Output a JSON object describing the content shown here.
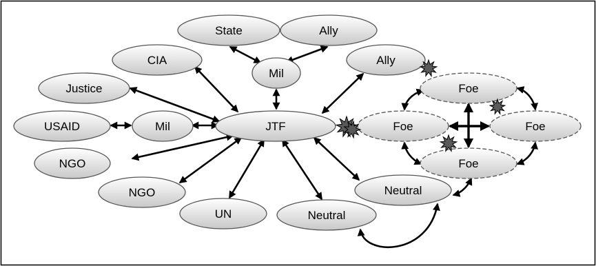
{
  "colors": {
    "background": "#ffffff",
    "frame": "#000000",
    "node_fill_light": "#ffffff",
    "node_fill_dark": "#c8c8c8",
    "node_stroke": "#555555",
    "arrow": "#000000",
    "burst_fill": "#5a5a5a",
    "burst_stroke": "#000000"
  },
  "nodes": {
    "state": {
      "label": "State",
      "style": "solid"
    },
    "ally_top": {
      "label": "Ally",
      "style": "solid"
    },
    "cia": {
      "label": "CIA",
      "style": "solid"
    },
    "mil_top": {
      "label": "Mil",
      "style": "solid"
    },
    "ally_right": {
      "label": "Ally",
      "style": "solid"
    },
    "justice": {
      "label": "Justice",
      "style": "solid"
    },
    "usaid": {
      "label": "USAID",
      "style": "solid"
    },
    "mil_left": {
      "label": "Mil",
      "style": "solid"
    },
    "jtf": {
      "label": "JTF",
      "style": "solid"
    },
    "ngo_left": {
      "label": "NGO",
      "style": "solid"
    },
    "ngo_bottom": {
      "label": "NGO",
      "style": "solid"
    },
    "un": {
      "label": "UN",
      "style": "solid"
    },
    "neutral_bottom": {
      "label": "Neutral",
      "style": "solid"
    },
    "neutral_right": {
      "label": "Neutral",
      "style": "solid"
    },
    "foe_top": {
      "label": "Foe",
      "style": "dashed"
    },
    "foe_left": {
      "label": "Foe",
      "style": "dashed"
    },
    "foe_right": {
      "label": "Foe",
      "style": "dashed"
    },
    "foe_bottom": {
      "label": "Foe",
      "style": "dashed"
    }
  },
  "edges": [
    {
      "from": "state",
      "to": "mil_top",
      "dir": "both",
      "shape": "straight"
    },
    {
      "from": "ally_top",
      "to": "mil_top",
      "dir": "both",
      "shape": "straight"
    },
    {
      "from": "mil_top",
      "to": "jtf",
      "dir": "both",
      "shape": "straight"
    },
    {
      "from": "cia",
      "to": "jtf",
      "dir": "both",
      "shape": "straight"
    },
    {
      "from": "justice",
      "to": "jtf",
      "dir": "both",
      "shape": "straight"
    },
    {
      "from": "usaid",
      "to": "mil_left",
      "dir": "both",
      "shape": "straight"
    },
    {
      "from": "mil_left",
      "to": "jtf",
      "dir": "both",
      "shape": "straight"
    },
    {
      "from": "ngo_left",
      "to": "jtf",
      "dir": "both",
      "shape": "straight"
    },
    {
      "from": "ngo_bottom",
      "to": "jtf",
      "dir": "both",
      "shape": "straight"
    },
    {
      "from": "un",
      "to": "jtf",
      "dir": "both",
      "shape": "straight"
    },
    {
      "from": "neutral_bottom",
      "to": "jtf",
      "dir": "both",
      "shape": "straight"
    },
    {
      "from": "neutral_right",
      "to": "jtf",
      "dir": "both",
      "shape": "straight"
    },
    {
      "from": "ally_right",
      "to": "jtf",
      "dir": "both",
      "shape": "straight"
    },
    {
      "from": "neutral_bottom",
      "to": "neutral_right",
      "dir": "both",
      "shape": "curved"
    },
    {
      "from": "neutral_right",
      "to": "foe_bottom",
      "dir": "both",
      "shape": "curved"
    },
    {
      "from": "foe_top",
      "to": "foe_left",
      "dir": "both",
      "shape": "curved"
    },
    {
      "from": "foe_top",
      "to": "foe_right",
      "dir": "both",
      "shape": "curved"
    },
    {
      "from": "foe_left",
      "to": "foe_bottom",
      "dir": "both",
      "shape": "curved"
    },
    {
      "from": "foe_right",
      "to": "foe_bottom",
      "dir": "both",
      "shape": "curved"
    },
    {
      "from": "foe_top",
      "to": "foe_bottom",
      "dir": "both",
      "shape": "straight"
    },
    {
      "from": "foe_left",
      "to": "foe_right",
      "dir": "both",
      "shape": "straight"
    }
  ],
  "conflict_markers": [
    {
      "between": [
        "jtf",
        "foe_left"
      ]
    },
    {
      "between": [
        "ally_right",
        "foe_top"
      ]
    },
    {
      "between": [
        "foe_top",
        "foe_right"
      ]
    },
    {
      "between": [
        "foe_left",
        "foe_bottom"
      ]
    }
  ]
}
